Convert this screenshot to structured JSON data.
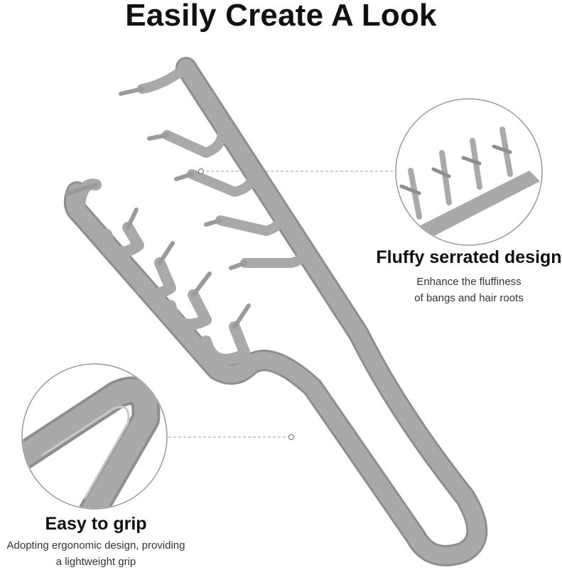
{
  "title": "Easily Create A Look",
  "features": [
    {
      "heading": "Fluffy serrated design",
      "lines": [
        "Enhance the fluffiness",
        "of bangs and hair roots"
      ]
    },
    {
      "heading": "Easy to grip",
      "lines": [
        "Adopting ergonomic design, providing",
        "a lightweight grip"
      ]
    }
  ],
  "colors": {
    "product_gray": "#a9a9a9",
    "product_shadow": "#8e8e8e",
    "background": "#ffffff"
  }
}
